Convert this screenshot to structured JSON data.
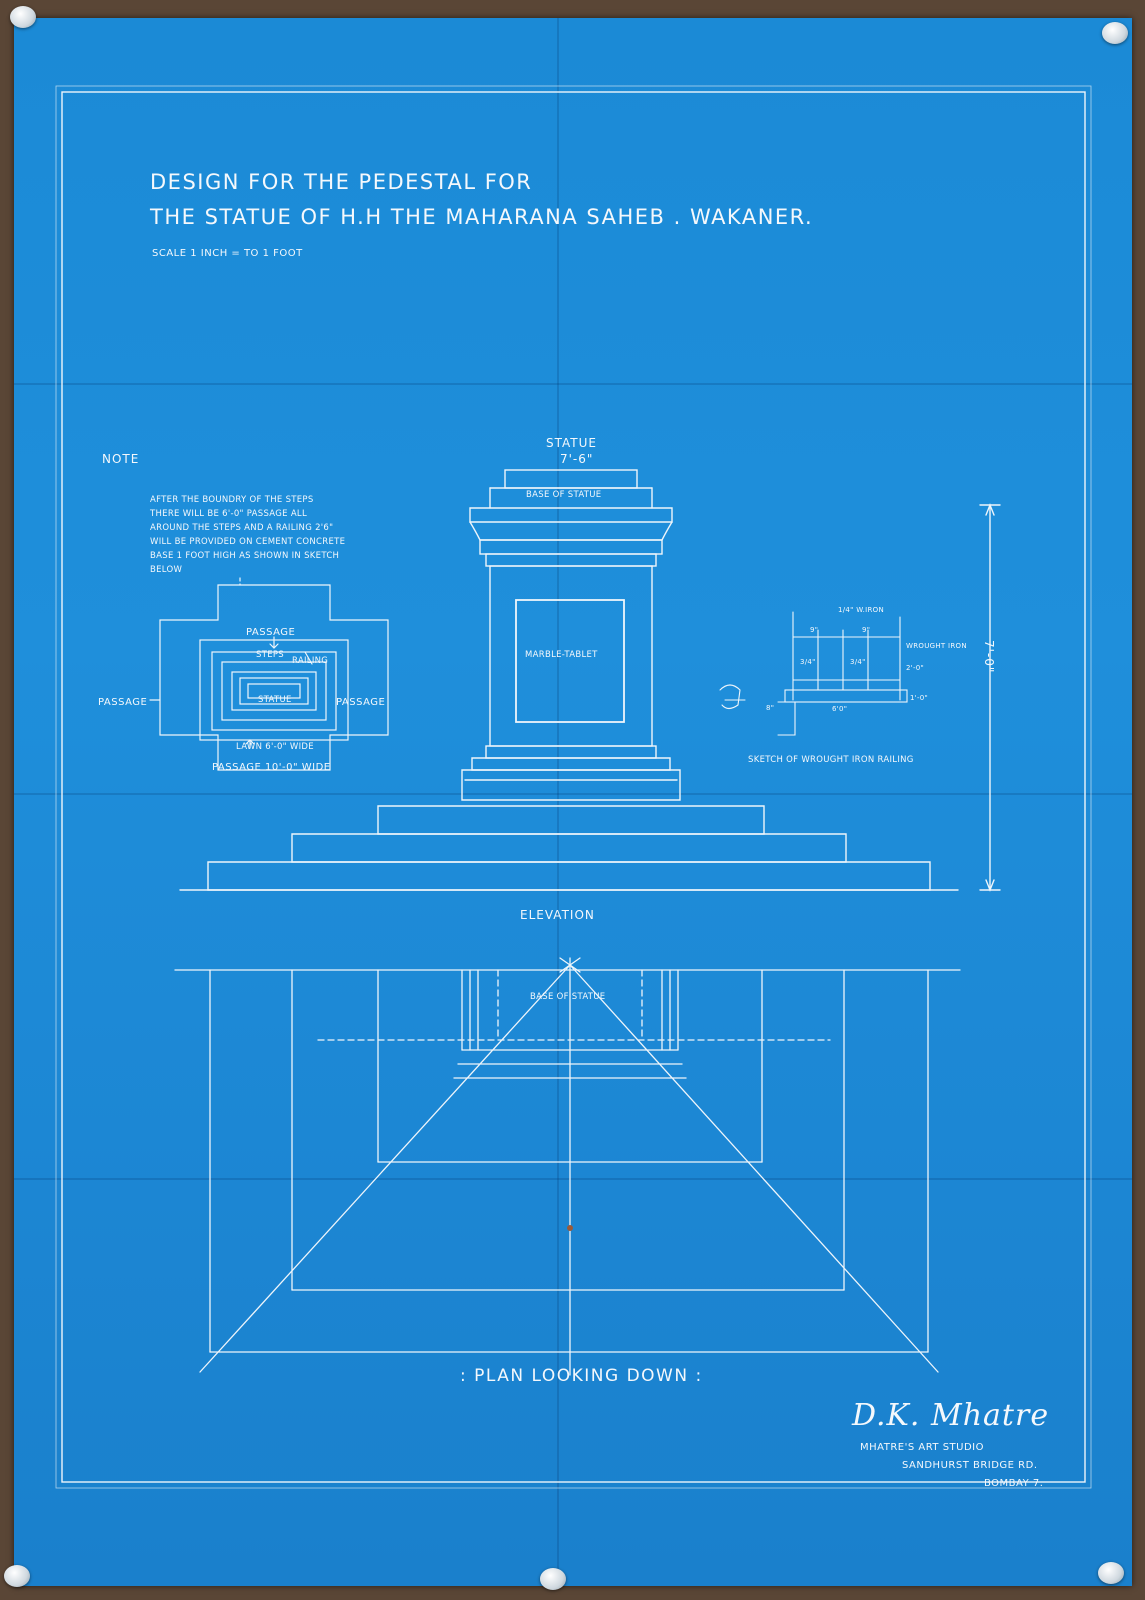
{
  "title": {
    "line1": "DESIGN FOR THE PEDESTAL FOR",
    "line2": "THE STATUE OF H.H THE MAHARANA SAHEB . WAKANER.",
    "scale": "SCALE 1 INCH = TO 1 FOOT"
  },
  "note": {
    "heading": "NOTE",
    "lines": [
      "AFTER THE BOUNDRY OF THE STEPS",
      "THERE WILL BE 6'-0\" PASSAGE ALL",
      "AROUND THE STEPS AND A RAILING 2'6\"",
      "WILL BE PROVIDED ON CEMENT CONCRETE",
      "BASE 1 FOOT HIGH AS SHOWN IN SKETCH",
      "BELOW"
    ]
  },
  "site_plan": {
    "passage_top": "PASSAGE",
    "steps": "STEPS",
    "railing": "RAILING",
    "passage_left": "PASSAGE",
    "passage_right": "PASSAGE",
    "statue": "STATUE",
    "lawn": "LAWN 6'-0\" WIDE",
    "passage_bottom": "PASSAGE 10'-0\" WIDE"
  },
  "elevation": {
    "statue_label": "STATUE",
    "statue_height": "7'-6\"",
    "base_label": "BASE OF STATUE",
    "tablet_label": "MARBLE-TABLET",
    "caption": "ELEVATION",
    "height_dim": "7'-0\""
  },
  "railing_sketch": {
    "caption": "SKETCH OF WROUGHT IRON RAILING",
    "dim_top": "1/4\" W.IRON",
    "dim_iron": "WROUGHT IRON",
    "dim_9a": "9\"",
    "dim_9b": "9\"",
    "dim_3a": "3/4\"",
    "dim_3b": "3/4\"",
    "dim_2": "2'-0\"",
    "dim_1": "1'-0\"",
    "dim_60": "6'0\"",
    "dim_8": "8\""
  },
  "plan": {
    "base_label": "BASE OF STATUE",
    "caption": ": PLAN LOOKING DOWN :"
  },
  "signature": {
    "name": "D.K. Mhatre",
    "studio": "MHATRE'S ART STUDIO",
    "address1": "SANDHURST BRIDGE RD.",
    "address2": "BOMBAY 7."
  },
  "colors": {
    "paper": "#1f8fdb",
    "ink": "#f4f8fc",
    "board": "#5a4636"
  }
}
